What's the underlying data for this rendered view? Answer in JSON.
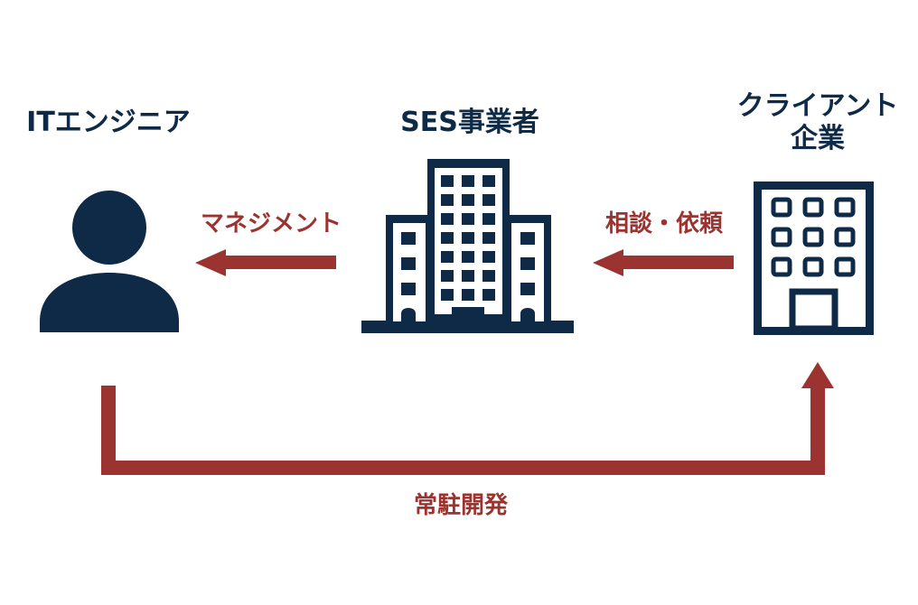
{
  "nodes": {
    "engineer": {
      "label": "ITエンジニア",
      "icon": "person-icon"
    },
    "ses": {
      "label": "SES事業者",
      "icon": "office-building-icon"
    },
    "client": {
      "label_line1": "クライアント",
      "label_line2": "企業",
      "icon": "company-building-icon"
    }
  },
  "edges": {
    "management": {
      "label": "マネジメント",
      "from": "SES事業者",
      "to": "ITエンジニア"
    },
    "consultation": {
      "label": "相談・依頼",
      "from": "クライアント企業",
      "to": "SES事業者"
    },
    "onsite": {
      "label": "常駐開発",
      "from": "ITエンジニア",
      "to": "クライアント企業"
    }
  },
  "colors": {
    "navy": "#0f2a47",
    "accent_red": "#9b3430",
    "background": "#ffffff"
  }
}
